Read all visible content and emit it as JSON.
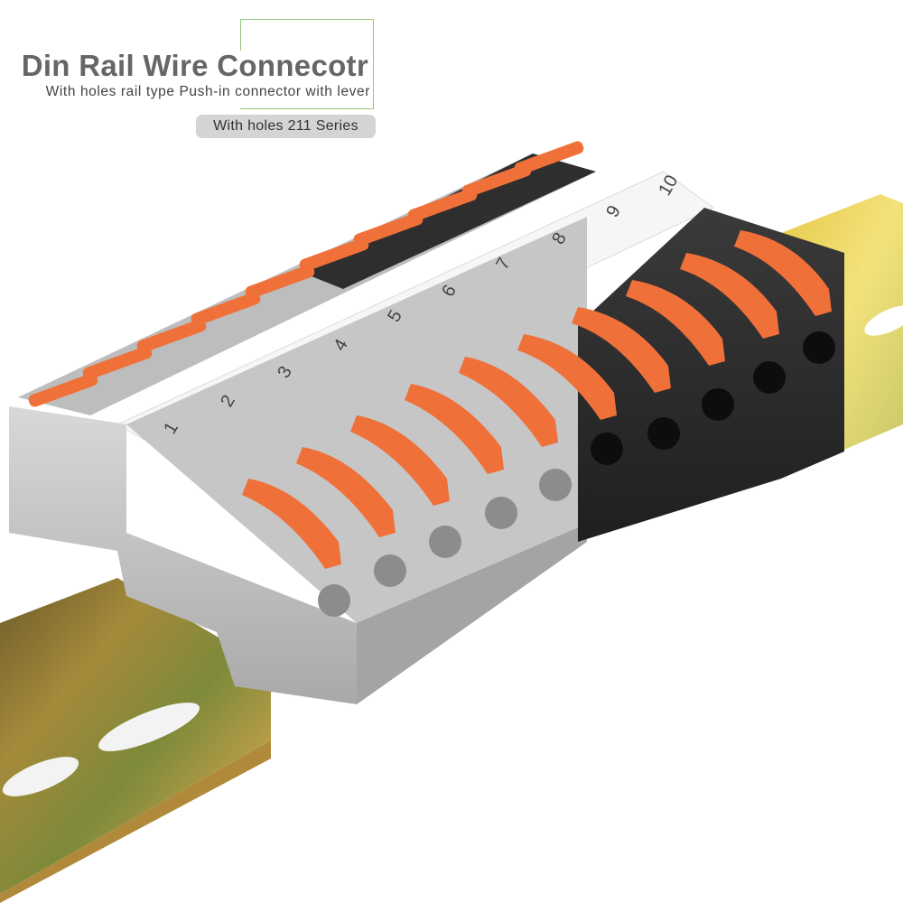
{
  "header": {
    "title": "Din Rail Wire Connecotr",
    "subtitle": "With holes rail type Push-in connector with lever",
    "series_badge": "With holes 211 Series",
    "frame_color": "#8fc97a"
  },
  "product": {
    "description": "Din rail mounted push-in wire connectors with orange levers",
    "terminals": [
      {
        "label": "1",
        "housing": "grey"
      },
      {
        "label": "2",
        "housing": "grey"
      },
      {
        "label": "3",
        "housing": "grey"
      },
      {
        "label": "4",
        "housing": "grey"
      },
      {
        "label": "5",
        "housing": "grey"
      },
      {
        "label": "6",
        "housing": "black"
      },
      {
        "label": "7",
        "housing": "black"
      },
      {
        "label": "8",
        "housing": "black"
      },
      {
        "label": "9",
        "housing": "black"
      },
      {
        "label": "10",
        "housing": "black"
      }
    ],
    "colors": {
      "grey_housing": "#b9b9b9",
      "black_housing": "#2b2b2b",
      "lever": "#f0703a",
      "marker": "#f7f7f7",
      "rail": "#c9a83a"
    }
  }
}
